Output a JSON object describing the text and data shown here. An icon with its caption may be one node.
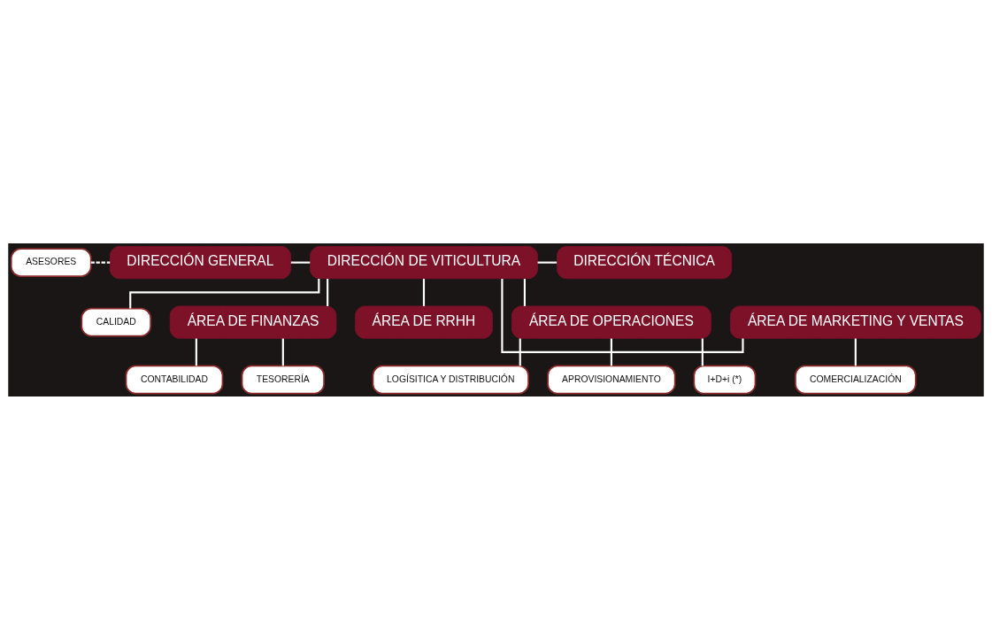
{
  "diagram": {
    "nodes": [
      {
        "text": [
          "ASESORES"
        ]
      },
      {
        "text": [
          "DIRECCIÓN GENERAL"
        ]
      },
      {
        "text": [
          "DIRECCIÓN DE VITICULTURA"
        ]
      },
      {
        "text": [
          "DIRECCIÓN TÉCNICA"
        ]
      },
      {
        "text": [
          "CALIDAD"
        ]
      },
      {
        "text": [
          "ÁREA DE FINANZAS"
        ]
      },
      {
        "text": [
          "ÁREA DE RRHH"
        ]
      },
      {
        "text": [
          "ÁREA DE OPERACIONES"
        ]
      },
      {
        "text": [
          "ÁREA DE MARKETING Y VENTAS"
        ]
      },
      {
        "text": [
          "CONTABILIDAD"
        ]
      },
      {
        "text": [
          "TESORERÍA"
        ]
      },
      {
        "text": [
          "LOGÍSITICA Y DISTRIBUCIÓN"
        ]
      },
      {
        "text": [
          "APROVISIONAMIENTO"
        ]
      },
      {
        "text": [
          "I+D+i (*)"
        ]
      },
      {
        "text": [
          "COMERCIALIZACIÓN"
        ]
      }
    ],
    "edges": [
      {
        "from": 0,
        "to": 1,
        "arrow": "none",
        "style": "dashed"
      },
      {
        "from": 1,
        "to": 2,
        "arrow": "none"
      },
      {
        "from": 2,
        "to": 3,
        "arrow": "none"
      },
      {
        "from": 2,
        "to": 4,
        "arrow": "none"
      },
      {
        "from": 2,
        "to": 5,
        "arrow": "none"
      },
      {
        "from": 2,
        "to": 6,
        "arrow": "none"
      },
      {
        "from": 2,
        "to": 7,
        "arrow": "none"
      },
      {
        "from": 2,
        "to": 8,
        "arrow": "none"
      },
      {
        "from": 5,
        "to": 9,
        "arrow": "none"
      },
      {
        "from": 5,
        "to": 10,
        "arrow": "none"
      },
      {
        "from": 7,
        "to": 11,
        "arrow": "none"
      },
      {
        "from": 7,
        "to": 12,
        "arrow": "none"
      },
      {
        "from": 7,
        "to": 13,
        "arrow": "none"
      },
      {
        "from": 8,
        "to": 14,
        "arrow": "none"
      }
    ]
  }
}
